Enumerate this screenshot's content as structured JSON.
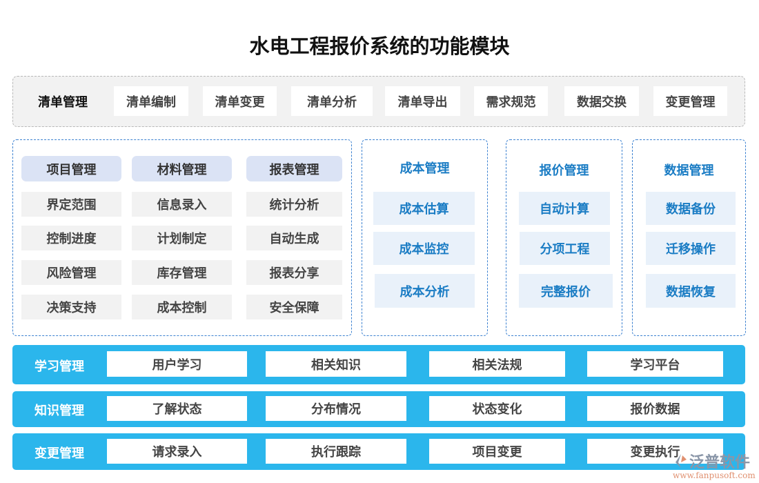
{
  "title": "水电工程报价系统的功能模块",
  "list_mgmt": {
    "label": "清单管理",
    "items": [
      "清单编制",
      "清单变更",
      "清单分析",
      "清单导出",
      "需求规范",
      "数据交换",
      "变更管理"
    ]
  },
  "left_group": {
    "columns": [
      {
        "header": "项目管理",
        "items": [
          "界定范围",
          "控制进度",
          "风险管理",
          "决策支持"
        ]
      },
      {
        "header": "材料管理",
        "items": [
          "信息录入",
          "计划制定",
          "库存管理",
          "成本控制"
        ]
      },
      {
        "header": "报表管理",
        "items": [
          "统计分析",
          "自动生成",
          "报表分享",
          "安全保障"
        ]
      }
    ]
  },
  "cost": {
    "title": "成本管理",
    "items": [
      "成本估算",
      "成本监控",
      "成本分析"
    ]
  },
  "quote": {
    "title": "报价管理",
    "items": [
      "自动计算",
      "分项工程",
      "完整报价"
    ]
  },
  "datam": {
    "title": "数据管理",
    "items": [
      "数据备份",
      "迁移操作",
      "数据恢复"
    ]
  },
  "bars": [
    {
      "label": "学习管理",
      "items": [
        "用户学习",
        "相关知识",
        "相关法规",
        "学习平台"
      ]
    },
    {
      "label": "知识管理",
      "items": [
        "了解状态",
        "分布情况",
        "状态变化",
        "报价数据"
      ]
    },
    {
      "label": "变更管理",
      "items": [
        "请求录入",
        "执行跟踪",
        "项目变更",
        "变更执行"
      ]
    }
  ],
  "watermark": {
    "name": "泛普软件",
    "url": "www.fanpusoft.com"
  },
  "colors": {
    "bar": "#2bb6ec",
    "accent_text": "#1a7cc4",
    "dash": "#3a80d0",
    "header_bg": "#dbe3f5"
  }
}
